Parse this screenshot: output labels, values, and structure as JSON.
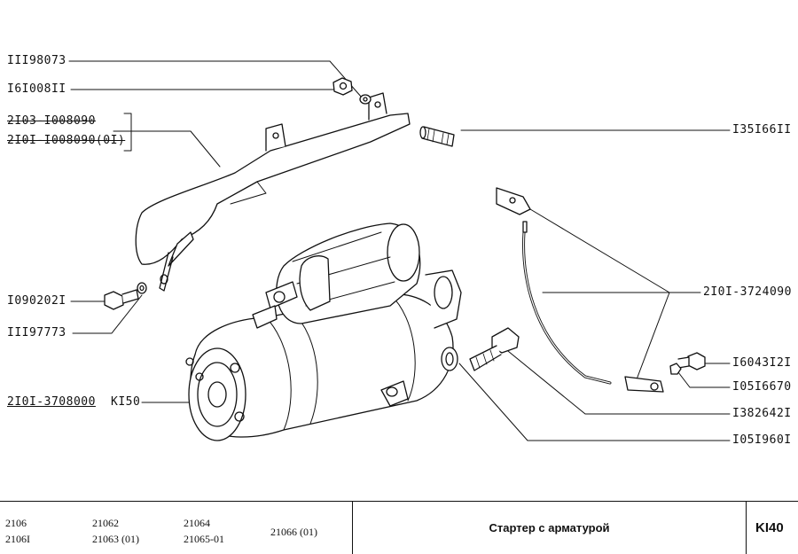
{
  "labels": {
    "nut": "III98073",
    "washer_top": "I6I008II",
    "shield_a": "2I03-I008090",
    "shield_b": "2I0I-I008090(0I)",
    "stud": "I35I66II",
    "bolt_left": "I090202I",
    "washer_left": "III97773",
    "starter_code": "2I0I-3708000",
    "starter_ref": "KI50",
    "wire": "2I0I-3724090",
    "bolt_right": "I6043I2I",
    "washer_right": "I05I6670",
    "screw": "I382642I",
    "gasket": "I05I960I"
  },
  "footer": {
    "models": [
      "2106",
      "2106I",
      "21062",
      "21063 (01)",
      "21064",
      "21065-01",
      "21066 (01)"
    ],
    "title": "Стартер с арматурой",
    "code": "KI40"
  }
}
